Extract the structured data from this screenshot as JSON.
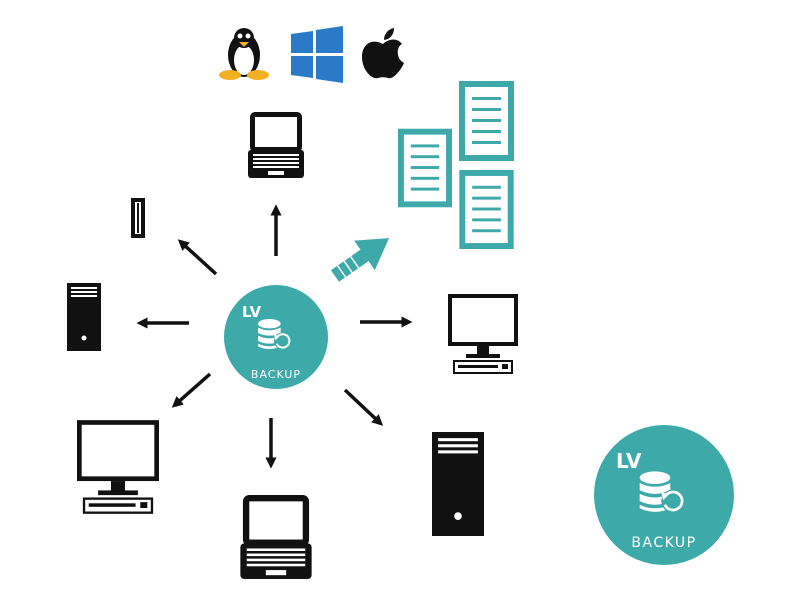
{
  "colors": {
    "teal": "#3ea9a9",
    "black": "#111111"
  },
  "center_logo": {
    "brand": "LV",
    "label": "BACKUP",
    "icon": "database-restore-icon"
  },
  "corner_logo": {
    "brand": "LV",
    "label": "BACKUP",
    "icon": "database-restore-icon"
  },
  "os_icons": [
    "linux-icon",
    "windows-icon",
    "apple-icon"
  ],
  "devices": [
    "laptop",
    "slim-tower",
    "tower",
    "monitor",
    "monitor",
    "laptop",
    "tower"
  ],
  "documents": [
    "document",
    "document",
    "document"
  ]
}
